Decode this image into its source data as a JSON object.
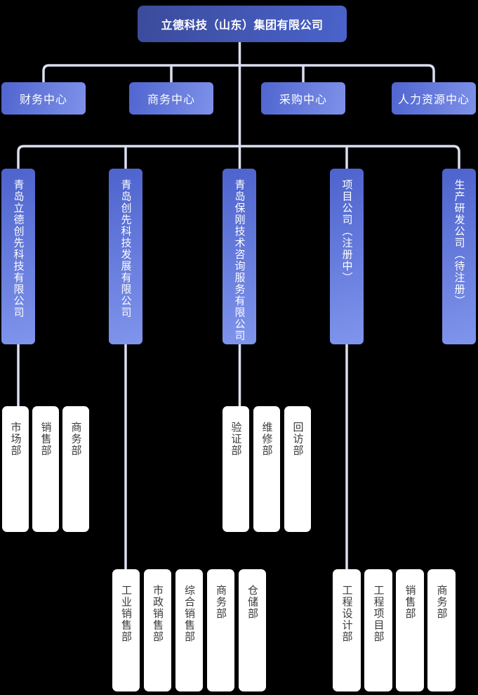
{
  "root": {
    "label": "立德科技（山东）集团有限公司"
  },
  "centers": [
    {
      "label": "财务中心"
    },
    {
      "label": "商务中心"
    },
    {
      "label": "采购中心"
    },
    {
      "label": "人力资源中心"
    }
  ],
  "companies": [
    {
      "label": "青岛立德创先科技有限公司",
      "departments": [
        {
          "label": "市场部"
        },
        {
          "label": "销售部"
        },
        {
          "label": "商务部"
        }
      ]
    },
    {
      "label": "青岛创先科技发展有限公司",
      "departments": [
        {
          "label": "工业销售部"
        },
        {
          "label": "市政销售部"
        },
        {
          "label": "综合销售部"
        },
        {
          "label": "商务部"
        },
        {
          "label": "仓储部"
        }
      ]
    },
    {
      "label": "青岛保刚技术咨询服务有限公司",
      "departments": [
        {
          "label": "验证部"
        },
        {
          "label": "维修部"
        },
        {
          "label": "回访部"
        }
      ]
    },
    {
      "label": "项目公司（注册中）",
      "departments": [
        {
          "label": "工程设计部"
        },
        {
          "label": "工程项目部"
        },
        {
          "label": "销售部"
        },
        {
          "label": "商务部"
        }
      ]
    },
    {
      "label": "生产研发公司（待注册）",
      "departments": []
    }
  ],
  "colors": {
    "bg": "#000000",
    "root-grad-a": "#3b4b9b",
    "root-grad-b": "#4a63cb",
    "center-grad-a": "#5065cf",
    "center-grad-b": "#7e91e9",
    "company-grad-a": "#4d63cd",
    "company-grad-b": "#8095ec",
    "line": "#dbe0f0",
    "dept-bg": "#ffffff",
    "dept-text": "#3b3b3b",
    "node-text": "#ffffff"
  }
}
